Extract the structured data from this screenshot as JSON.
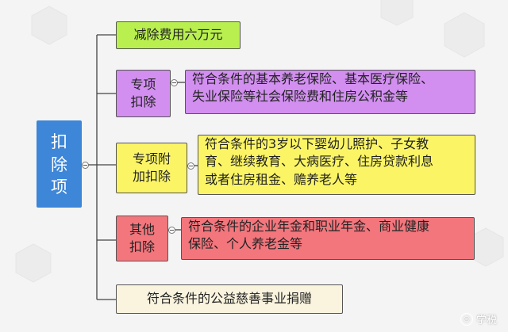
{
  "root": {
    "lines": [
      "扣",
      "除",
      "项"
    ]
  },
  "branches": [
    {
      "text": "减除费用六万元",
      "color": "#b9f04f"
    },
    {
      "label_lines": [
        "专项",
        "扣除"
      ],
      "detail_lines": [
        "符合条件的基本养老保险、基本医疗保险、",
        "失业保险等社会保险费和住房公积金等"
      ],
      "color": "#d28ff0"
    },
    {
      "label_lines": [
        "专项附",
        "加扣除"
      ],
      "detail_lines": [
        "符合条件的3岁以下婴幼儿照护、子女教",
        "育、继续教育、大病医疗、住房贷款利息",
        "或者住房租金、赡养老人等"
      ],
      "color": "#fbf566"
    },
    {
      "label_lines": [
        "其他",
        "扣除"
      ],
      "detail_lines": [
        "符合条件的企业年金和职业年金、商业健康",
        "保险、个人养老金等"
      ],
      "color": "#f3767d"
    },
    {
      "text": "符合条件的公益慈善事业捐赠",
      "color": "#faf4df"
    }
  ],
  "watermark": {
    "logo_glyph": "◎",
    "text": "学税"
  }
}
